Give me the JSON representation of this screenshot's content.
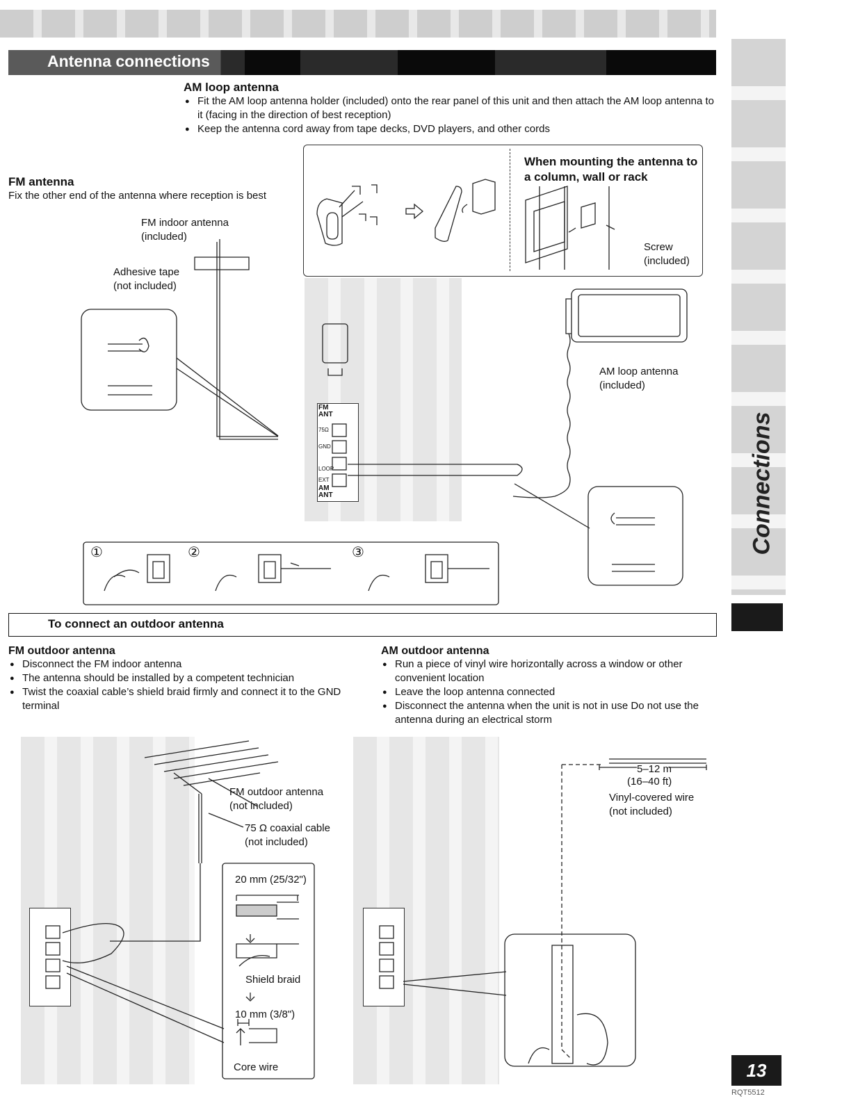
{
  "header": {
    "title": "Antenna connections"
  },
  "sidebar": {
    "section_label": "Connections"
  },
  "page": {
    "number": "13",
    "code": "RQT5512"
  },
  "am_loop": {
    "heading": "AM loop antenna",
    "bullets": [
      "Fit the AM loop antenna holder (included) onto the rear panel of this unit and then attach the AM loop antenna to it (facing in the direction of best reception)",
      "Keep the antenna cord away from tape decks, DVD players, and other cords"
    ]
  },
  "fm_antenna": {
    "heading": "FM antenna",
    "text": "Fix the other end of the antenna where reception is best"
  },
  "mounting": {
    "heading": "When mounting the antenna to a column, wall or rack"
  },
  "labels": {
    "fm_indoor": "FM indoor antenna\n(included)",
    "adhesive": "Adhesive tape\n(not included)",
    "screw": "Screw\n(included)",
    "am_loop_antenna": "AM loop antenna\n(included)",
    "fm_ant": "FM ANT",
    "am_ant": "AM ANT",
    "ohm75": "75Ω",
    "gnd": "GND",
    "loop": "LOOP",
    "ext": "EXT",
    "step1": "①",
    "step2": "②",
    "step3": "③",
    "fm_outdoor": "FM outdoor antenna\n(not included)",
    "coax": "75 Ω coaxial cable\n(not included)",
    "mm20": "20 mm (25/32\")",
    "shield": "Shield braid",
    "mm10": "10 mm (3/8\")",
    "core": "Core wire",
    "length": "5–12 m",
    "length_ft": "(16–40 ft)",
    "vinyl": "Vinyl-covered wire\n(not included)"
  },
  "outdoor": {
    "heading": "To connect an outdoor antenna",
    "fm": {
      "heading": "FM outdoor antenna",
      "bullets": [
        "Disconnect the FM indoor antenna",
        "The antenna should be installed by a competent technician",
        "Twist the coaxial cable’s shield braid firmly and connect it to the GND terminal"
      ]
    },
    "am": {
      "heading": "AM outdoor antenna",
      "bullets": [
        "Run a piece of vinyl wire horizontally across a window or other convenient location",
        "Leave the loop antenna connected",
        "Disconnect the antenna when the unit is not in use  Do not use the antenna during an electrical storm"
      ]
    }
  }
}
